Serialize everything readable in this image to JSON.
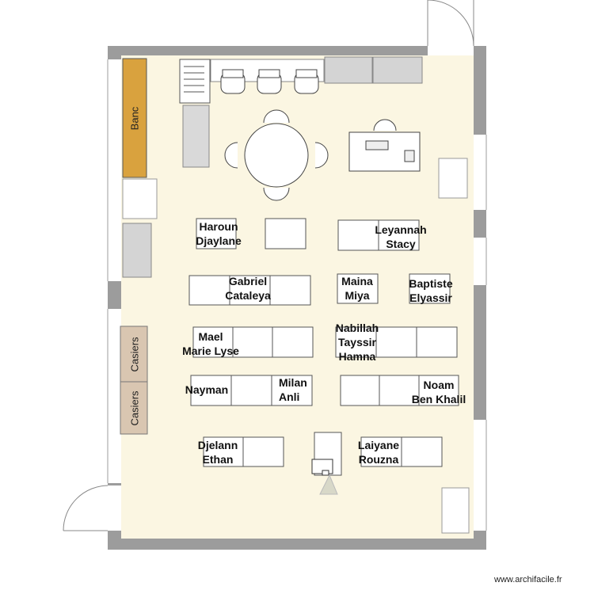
{
  "plan": {
    "floor_color": "#fbf6e2",
    "wall_color": "#9c9c9c",
    "bench_color": "#d9a23e",
    "locker_color": "#d9c6b1"
  },
  "furniture_labels": {
    "bench": "Banc",
    "lockers_1": "Casiers",
    "lockers_2": "Casiers"
  },
  "desks": [
    {
      "lines": [
        "Haroun",
        "Djaylane"
      ]
    },
    {
      "lines": [
        "Leyannah",
        "Stacy"
      ]
    },
    {
      "lines": [
        "Gabriel",
        "Cataleya"
      ]
    },
    {
      "lines": [
        "Maina",
        "Miya"
      ]
    },
    {
      "lines": [
        "Baptiste",
        "Elyassir"
      ]
    },
    {
      "lines": [
        "Mael",
        "Marie Lyse"
      ]
    },
    {
      "lines": [
        "Nabillah",
        "Tayssir",
        "Hamna"
      ]
    },
    {
      "lines": [
        "Nayman"
      ]
    },
    {
      "lines": [
        "Milan",
        "Anli"
      ]
    },
    {
      "lines": [
        "Noam",
        "Ben Khalil"
      ]
    },
    {
      "lines": [
        "Djelann",
        "Ethan"
      ]
    },
    {
      "lines": [
        "Laiyane",
        "Rouzna"
      ]
    }
  ],
  "footer": {
    "credit": "www.archifacile.fr"
  }
}
